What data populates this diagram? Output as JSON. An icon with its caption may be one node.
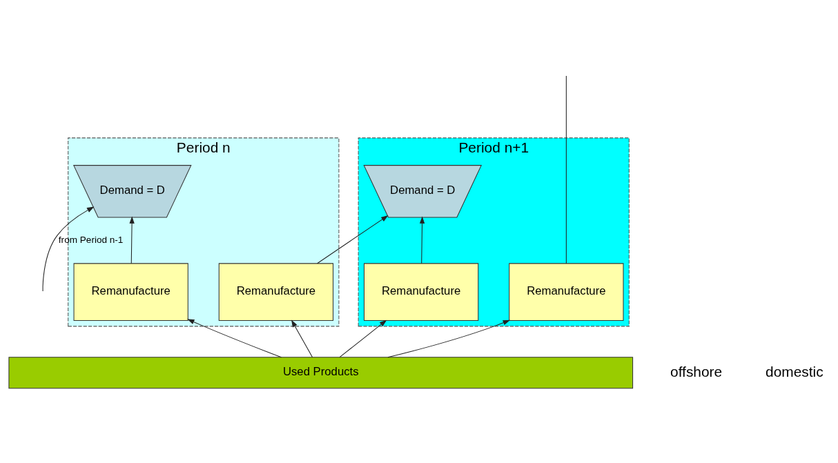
{
  "diagram": {
    "nodes": [
      {
        "text": [
          "Period n"
        ]
      },
      {
        "text": [
          "Remanufacture"
        ],
        "in": 0
      },
      {
        "text": [
          "Remanufacture"
        ],
        "in": 0
      },
      {
        "text": [
          "Demand = D"
        ],
        "in": 0
      },
      {
        "text": [
          "Period n+1"
        ]
      },
      {
        "text": [
          "Remanufacture"
        ],
        "in": 4
      },
      {
        "text": [
          "Remanufacture"
        ],
        "in": 4
      },
      {
        "text": [
          "Demand = D"
        ],
        "in": 4
      },
      {
        "text": [
          "Used Products"
        ]
      }
    ],
    "edges": [
      {
        "from": 8,
        "to": 1,
        "arrow": "to"
      },
      {
        "from": 8,
        "to": 2,
        "arrow": "to"
      },
      {
        "from": 8,
        "to": 5,
        "arrow": "to"
      },
      {
        "from": 8,
        "to": 6,
        "arrow": "to"
      },
      {
        "from": null,
        "to": 3,
        "arrow": "to",
        "label": "from Period n-1"
      },
      {
        "from": 2,
        "to": 3,
        "arrow": "to"
      },
      {
        "from": 1,
        "to": 7,
        "arrow": "to"
      },
      {
        "from": 6,
        "to": 7,
        "arrow": "to"
      },
      {
        "from": 5,
        "to": null,
        "arrow": "none"
      }
    ],
    "labels": [
      "offshore",
      "domestic"
    ]
  }
}
